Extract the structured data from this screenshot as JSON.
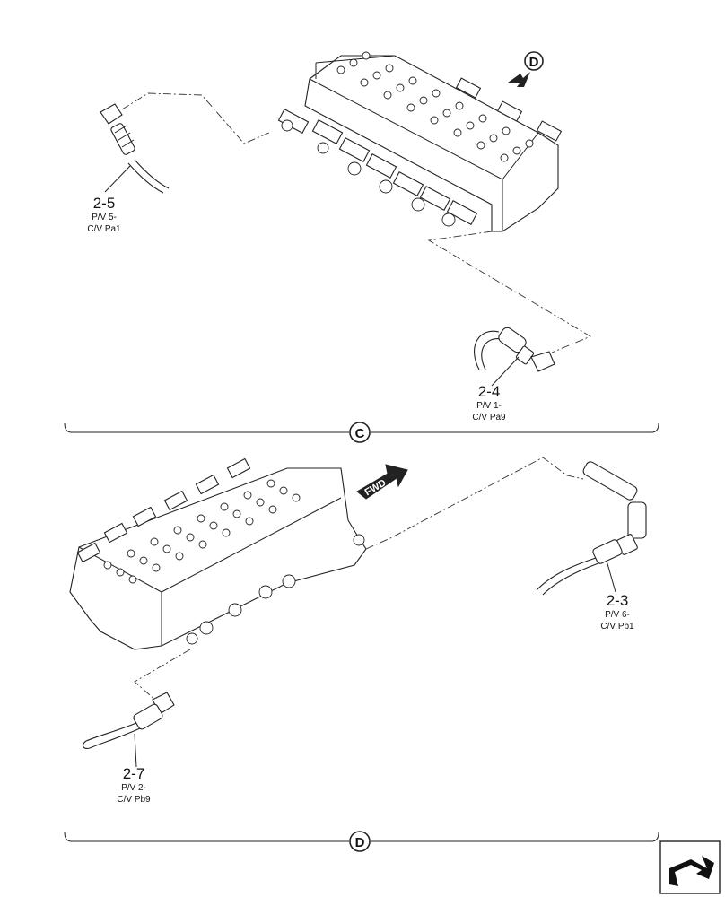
{
  "diagram": {
    "sections": [
      {
        "letter": "C"
      },
      {
        "letter": "D"
      }
    ],
    "view_marker": "D",
    "fwd_label": "FWD",
    "callouts": [
      {
        "id": "2-5",
        "line1": "P/V 5-",
        "line2": "C/V Pa1"
      },
      {
        "id": "2-4",
        "line1": "P/V 1-",
        "line2": "C/V Pa9"
      },
      {
        "id": "2-3",
        "line1": "P/V 6-",
        "line2": "C/V Pb1"
      },
      {
        "id": "2-7",
        "line1": "P/V 2-",
        "line2": "C/V Pb9"
      }
    ],
    "nav_icon": "next-page-arrow-icon"
  }
}
